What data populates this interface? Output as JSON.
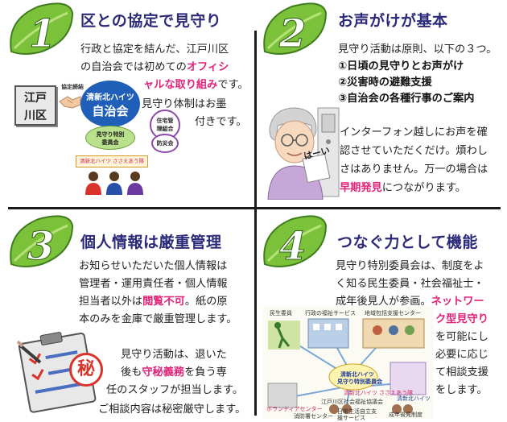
{
  "colors": {
    "leaf_green": "#7cc13a",
    "leaf_dark": "#3e7d1e",
    "title_navy": "#2b2a7a",
    "highlight_pink": "#e0247a"
  },
  "panel1": {
    "number": "1",
    "title": "区との協定で見守り",
    "lines": [
      {
        "a": "行政と協定を結んだ、江戸川区",
        "b": "",
        "c": ""
      },
      {
        "a": "の自治会では初めての",
        "b": "オフィシ",
        "c": ""
      },
      {
        "a": "",
        "b": "ャルな取り組み",
        "c": "です。"
      },
      {
        "a": "見守り体制はお墨",
        "b": "",
        "c": ""
      },
      {
        "a": "付きです。",
        "b": "",
        "c": ""
      }
    ],
    "diagram": {
      "ward_label": "江戸川区",
      "agreement_label": "協定締結",
      "center_line1": "清新北ハイツ",
      "center_line2": "自治会",
      "committee_label": "見守り特別委員会",
      "housing_label": "住宅管理組合",
      "disaster_label": "防災会",
      "banner_label": "清新北ハイツ ささえあう隊"
    }
  },
  "panel2": {
    "number": "2",
    "title": "お声がけが基本",
    "intro": "見守り活動は原則、以下の３つ。",
    "items": [
      "①日頃の見守りとお声がけ",
      "②災害時の避難支援",
      "③自治会の各種行事のご案内"
    ],
    "lines": [
      {
        "a": "インターフォン越しにお声を確",
        "b": "",
        "c": ""
      },
      {
        "a": "認させていただくだけ。煩わし",
        "b": "",
        "c": ""
      },
      {
        "a": "さはありません。万一の場合は",
        "b": "",
        "c": ""
      },
      {
        "a": "",
        "b": "早期発見",
        "c": "につながります。"
      }
    ],
    "note_text": "はーい"
  },
  "panel3": {
    "number": "3",
    "title": "個人情報は厳重管理",
    "lines": [
      {
        "a": "お知らせいただいた個人情報は",
        "b": "",
        "c": ""
      },
      {
        "a": "管理者・運用責任者・個人情報",
        "b": "",
        "c": ""
      },
      {
        "a": "担当者以外は",
        "b": "閲覧不可",
        "c": "。紙の原"
      },
      {
        "a": "本のみを金庫で厳重管理します。",
        "b": "",
        "c": ""
      }
    ],
    "lines2": [
      {
        "a": "見守り活動は、退いた",
        "b": "",
        "c": ""
      },
      {
        "a": "後も",
        "b": "守秘義務",
        "c": "を負う専"
      },
      {
        "a": "任のスタッフが担当します。",
        "b": "",
        "c": ""
      },
      {
        "a": "ご相談内容は秘密厳守します。",
        "b": "",
        "c": ""
      }
    ],
    "stamp": "秘"
  },
  "panel4": {
    "number": "4",
    "title": "つなぐ力として機能",
    "lines": [
      {
        "a": "見守り特別委員会は、制度をよ",
        "b": "",
        "c": ""
      },
      {
        "a": "く知る民生委員・社会福祉士・",
        "b": "",
        "c": ""
      },
      {
        "a": "成年後見人が参画。",
        "b": "ネットワー",
        "c": ""
      },
      {
        "a": "",
        "b": "ク型見守り",
        "c": ""
      },
      {
        "a": "を可能にし",
        "b": "",
        "c": ""
      },
      {
        "a": "必要に応じ",
        "b": "",
        "c": ""
      },
      {
        "a": "て相談支援",
        "b": "",
        "c": ""
      },
      {
        "a": "をします。",
        "b": "",
        "c": ""
      }
    ],
    "diagram": {
      "label_minsei": "民生委員",
      "label_gyosei": "行政の福祉サービス",
      "label_chiiki": "地域包括支援センター",
      "center_line1": "清新北ハイツ",
      "center_line2": "見守り特別委員会",
      "label_sasaeau": "清新北ハイツ ささえあう隊",
      "label_heights": "清新北ハイツ",
      "label_edogawa": "江戸川区社会福祉協議会",
      "label_volunteer": "ボランティアセンター",
      "label_shobo": "消防署センター",
      "label_nichijo": "日常生活自立支援サービス",
      "label_seinen": "成年後見制度"
    }
  }
}
